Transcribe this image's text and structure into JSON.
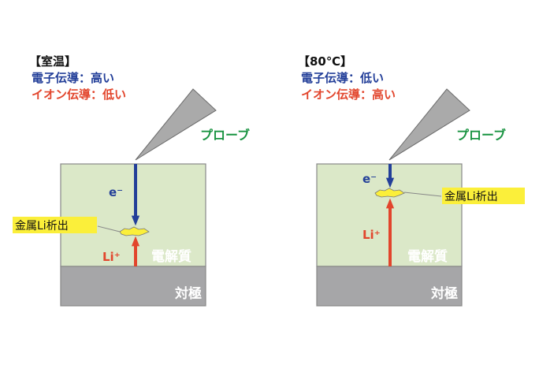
{
  "left": {
    "header": "【室温】",
    "line1": "電子伝導：高い",
    "line2": "イオン伝導：低い",
    "probe_label": "プローブ",
    "electron_label": "e⁻",
    "ion_label": "Li⁺",
    "deposit_label": "金属Li析出",
    "electrolyte_label": "電解質",
    "counter_label": "対極"
  },
  "right": {
    "header": "【80℃】",
    "line1": "電子伝導：低い",
    "line2": "イオン伝導：高い",
    "probe_label": "プローブ",
    "electron_label": "e⁻",
    "ion_label": "Li⁺",
    "deposit_label": "金属Li析出",
    "electrolyte_label": "電解質",
    "counter_label": "対極"
  },
  "colors": {
    "electron_blue": "#233f99",
    "ion_red": "#e2452c",
    "probe_green": "#1a9442",
    "electrolyte_fill": "#dbe8c8",
    "counter_fill": "#a6a6a8",
    "highlight_yellow": "#fbef3a"
  }
}
